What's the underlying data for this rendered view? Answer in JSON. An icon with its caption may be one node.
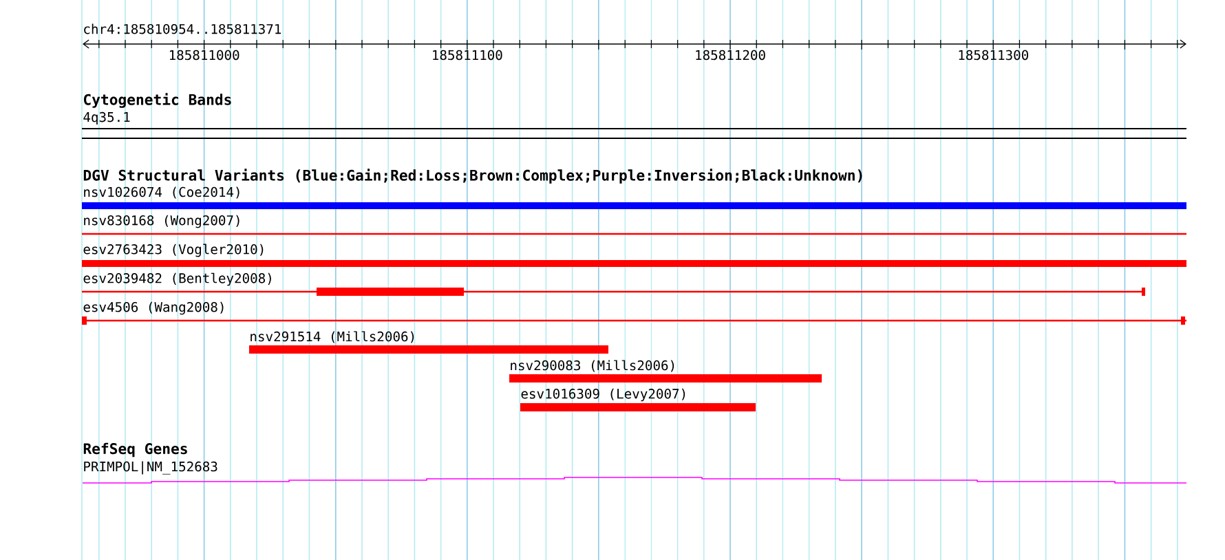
{
  "diagram": {
    "nodes": [
      {
        "text": [
          "4q35.1"
        ]
      },
      {
        "text": [
          "nsv1026074 (Coe2014)"
        ]
      },
      {
        "text": [
          "nsv830168 (Wong2007)"
        ]
      },
      {
        "text": [
          "esv2763423 (Vogler2010)"
        ]
      },
      {
        "text": [
          "esv2039482 (Bentley2008)"
        ]
      },
      {
        "text": [
          "esv4506 (Wang2008)"
        ]
      },
      {
        "text": [
          "nsv291514 (Mills2006)"
        ]
      },
      {
        "text": [
          "nsv290083 (Mills2006)"
        ]
      },
      {
        "text": [
          "esv1016309 (Levy2007)"
        ]
      },
      {
        "text": [
          "PRIMPOL|NM_152683"
        ]
      }
    ],
    "labels": [
      "chr4:185810954..185811371",
      "185811000",
      "185811100",
      "185811200",
      "185811300",
      "Cytogenetic Bands",
      "DGV Structural Variants (Blue:Gain;Red:Loss;Brown:Complex;Purple:Inversion;Black:Unknown)",
      "RefSeq Genes"
    ]
  }
}
